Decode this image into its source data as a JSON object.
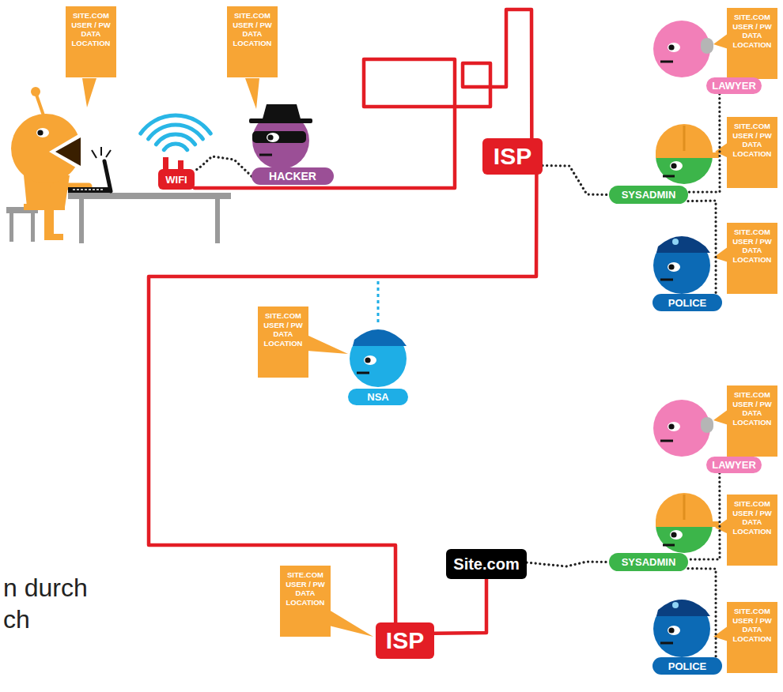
{
  "diagram": {
    "nodes": [
      {
        "text": [
          "SITE.COM USER / PW DATA LOCATION"
        ]
      },
      {
        "text": [
          "WIFI"
        ]
      },
      {
        "text": [
          "SITE.COM USER / PW DATA LOCATION"
        ]
      },
      {
        "text": [
          "HACKER"
        ]
      },
      {
        "text": [
          "ISP"
        ]
      },
      {
        "text": [
          "SITE.COM USER / PW DATA LOCATION"
        ]
      },
      {
        "text": [
          "LAWYER"
        ]
      },
      {
        "text": [
          "SITE.COM USER / PW DATA LOCATION"
        ]
      },
      {
        "text": [
          "SYSADMIN"
        ]
      },
      {
        "text": [
          "SITE.COM USER / PW DATA LOCATION"
        ]
      },
      {
        "text": [
          "POLICE"
        ]
      },
      {
        "text": [
          "SITE.COM USER / PW DATA LOCATION"
        ]
      },
      {
        "text": [
          "NSA"
        ]
      },
      {
        "text": [
          "Site.com"
        ]
      },
      {
        "text": [
          "SITE.COM USER / PW DATA LOCATION"
        ]
      },
      {
        "text": [
          "LAWYER"
        ]
      },
      {
        "text": [
          "SITE.COM USER / PW DATA LOCATION"
        ]
      },
      {
        "text": [
          "SYSADMIN"
        ]
      },
      {
        "text": [
          "SITE.COM USER / PW DATA LOCATION"
        ]
      },
      {
        "text": [
          "POLICE"
        ]
      },
      {
        "text": [
          "SITE.COM USER / PW DATA LOCATION"
        ]
      },
      {
        "text": [
          "ISP"
        ]
      }
    ],
    "edges": [
      {
        "from": 1,
        "to": 4,
        "arrow": "none"
      },
      {
        "from": 4,
        "to": 21,
        "arrow": "none"
      },
      {
        "from": 21,
        "to": 13,
        "arrow": "none"
      },
      {
        "from": 3,
        "to": 1,
        "arrow": "none"
      },
      {
        "from": 4,
        "to": 8,
        "arrow": "none"
      },
      {
        "from": 6,
        "to": 8,
        "arrow": "none"
      },
      {
        "from": 8,
        "to": 10,
        "arrow": "none"
      },
      {
        "from": 13,
        "to": 17,
        "arrow": "none"
      },
      {
        "from": 15,
        "to": 17,
        "arrow": "none"
      },
      {
        "from": 17,
        "to": 19,
        "arrow": "none"
      }
    ],
    "labels": [
      "n durch",
      "ch"
    ]
  }
}
